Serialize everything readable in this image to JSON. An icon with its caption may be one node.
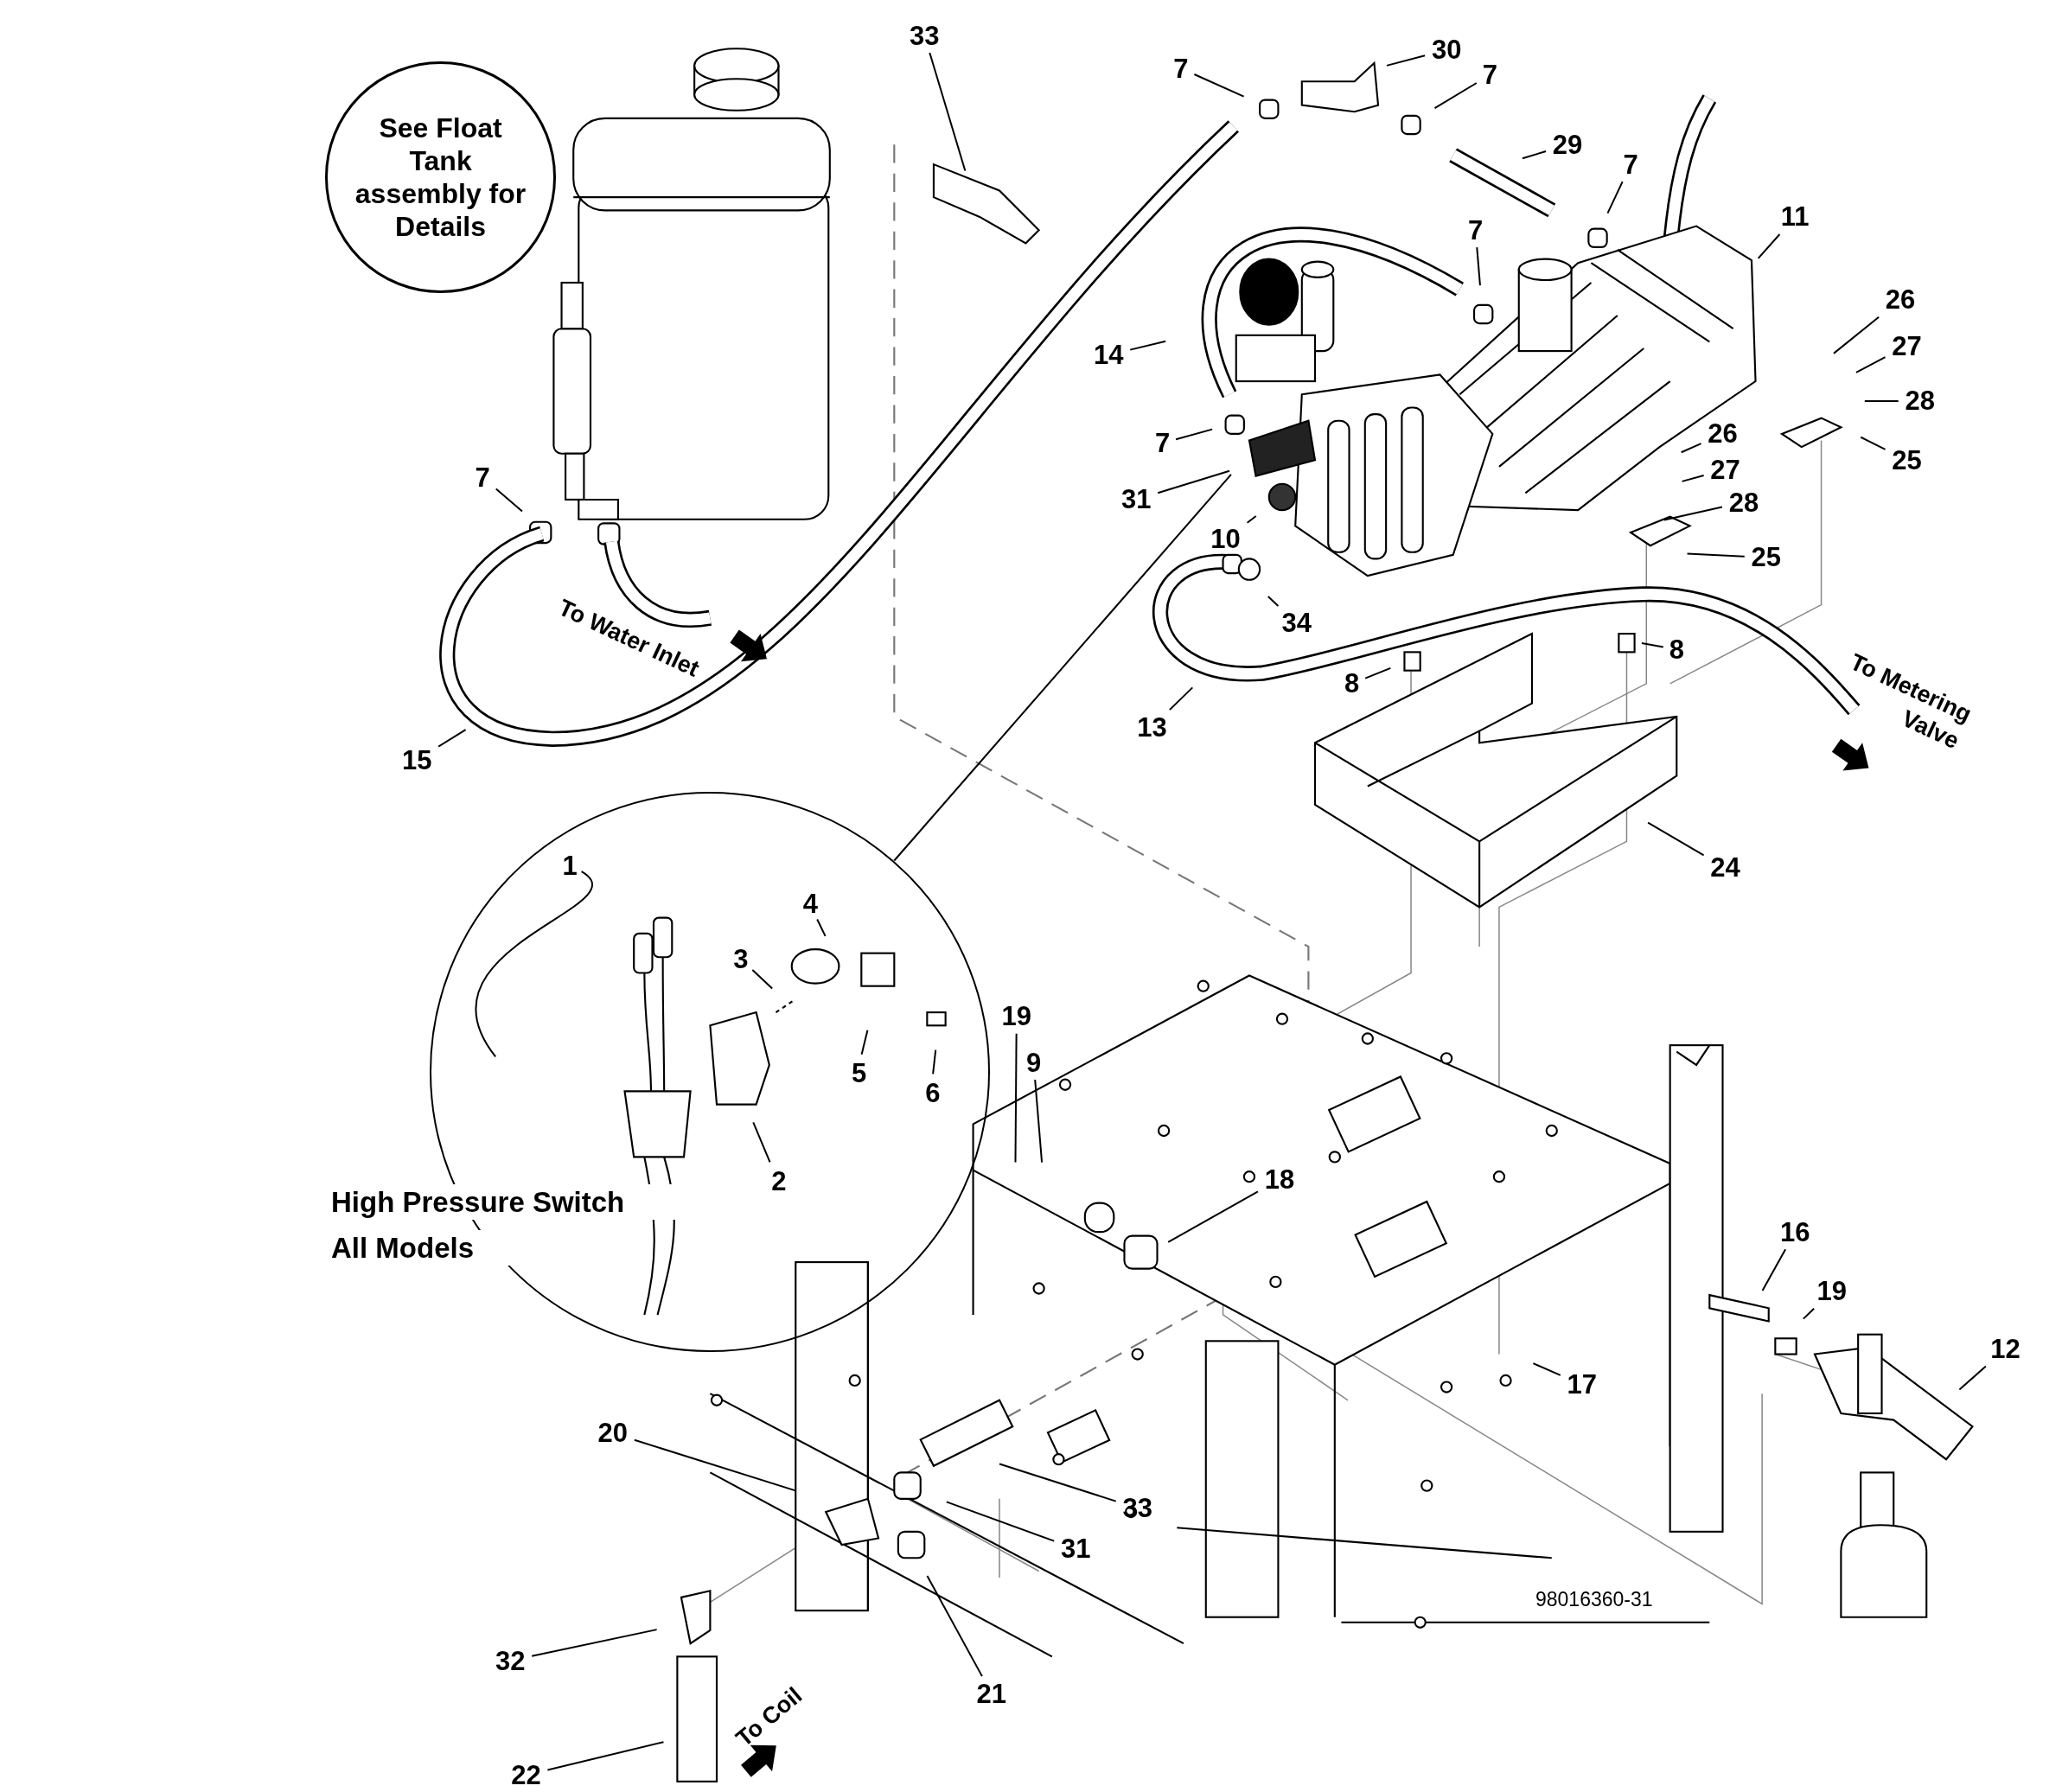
{
  "diagram": {
    "nodes": [
      {
        "text": [
          "See Float Tank assembly for Details"
        ]
      },
      {
        "text": [
          "33"
        ]
      },
      {
        "text": [
          "7"
        ]
      },
      {
        "text": [
          "30"
        ]
      },
      {
        "text": [
          "7"
        ]
      },
      {
        "text": [
          "29"
        ]
      },
      {
        "text": [
          "7"
        ]
      },
      {
        "text": [
          "7"
        ]
      },
      {
        "text": [
          "11"
        ]
      },
      {
        "text": [
          "26"
        ]
      },
      {
        "text": [
          "27"
        ]
      },
      {
        "text": [
          "28"
        ]
      },
      {
        "text": [
          "25"
        ]
      },
      {
        "text": [
          "14"
        ]
      },
      {
        "text": [
          "26"
        ]
      },
      {
        "text": [
          "27"
        ]
      },
      {
        "text": [
          "28"
        ]
      },
      {
        "text": [
          "25"
        ]
      },
      {
        "text": [
          "7"
        ]
      },
      {
        "text": [
          "31"
        ]
      },
      {
        "text": [
          "10"
        ]
      },
      {
        "text": [
          "34"
        ]
      },
      {
        "text": [
          "7"
        ]
      },
      {
        "text": [
          "8"
        ]
      },
      {
        "text": [
          "8"
        ]
      },
      {
        "text": [
          "13"
        ]
      },
      {
        "text": [
          "15"
        ]
      },
      {
        "text": [
          "24"
        ]
      },
      {
        "text": [],
        "shape": "circle"
      },
      {
        "text": [
          "1"
        ],
        "in": 28
      },
      {
        "text": [
          "4"
        ],
        "in": 28
      },
      {
        "text": [
          "3"
        ],
        "in": 28
      },
      {
        "text": [
          "5"
        ],
        "in": 28
      },
      {
        "text": [
          "6"
        ],
        "in": 28
      },
      {
        "text": [
          "2"
        ],
        "in": 28
      },
      {
        "text": [
          "19"
        ]
      },
      {
        "text": [
          "9"
        ]
      },
      {
        "text": [
          "18"
        ]
      },
      {
        "text": [
          "16"
        ]
      },
      {
        "text": [
          "19"
        ]
      },
      {
        "text": [
          "12"
        ]
      },
      {
        "text": [
          "17"
        ]
      },
      {
        "text": [
          "20"
        ]
      },
      {
        "text": [
          "33"
        ]
      },
      {
        "text": [
          "31"
        ]
      },
      {
        "text": [
          "21"
        ]
      },
      {
        "text": [
          "32"
        ]
      },
      {
        "text": [
          "22"
        ]
      }
    ],
    "edges": [
      {
        "from": 1,
        "to": null,
        "arrow": "none"
      },
      {
        "from": 2,
        "to": null,
        "arrow": "none"
      },
      {
        "from": 3,
        "to": null,
        "arrow": "none"
      },
      {
        "from": 4,
        "to": null,
        "arrow": "none"
      },
      {
        "from": 5,
        "to": null,
        "arrow": "none"
      },
      {
        "from": 6,
        "to": null,
        "arrow": "none"
      },
      {
        "from": 7,
        "to": null,
        "arrow": "none"
      },
      {
        "from": 8,
        "to": null,
        "arrow": "none"
      },
      {
        "from": 9,
        "to": null,
        "arrow": "none"
      },
      {
        "from": 10,
        "to": null,
        "arrow": "none"
      },
      {
        "from": 11,
        "to": null,
        "arrow": "none"
      },
      {
        "from": 12,
        "to": null,
        "arrow": "none"
      },
      {
        "from": 13,
        "to": null,
        "arrow": "none"
      },
      {
        "from": 14,
        "to": null,
        "arrow": "none"
      },
      {
        "from": 15,
        "to": null,
        "arrow": "none"
      },
      {
        "from": 16,
        "to": null,
        "arrow": "none"
      },
      {
        "from": 17,
        "to": null,
        "arrow": "none"
      },
      {
        "from": 18,
        "to": null,
        "arrow": "none"
      },
      {
        "from": 19,
        "to": null,
        "arrow": "none"
      },
      {
        "from": 20,
        "to": null,
        "arrow": "none"
      },
      {
        "from": 21,
        "to": null,
        "arrow": "none"
      },
      {
        "from": 22,
        "to": null,
        "arrow": "none"
      },
      {
        "from": 23,
        "to": null,
        "arrow": "none"
      },
      {
        "from": 24,
        "to": null,
        "arrow": "none"
      },
      {
        "from": 25,
        "to": null,
        "arrow": "none"
      },
      {
        "from": 26,
        "to": null,
        "arrow": "none"
      },
      {
        "from": 27,
        "to": null,
        "arrow": "none"
      },
      {
        "from": 28,
        "to": null,
        "arrow": "none"
      },
      {
        "from": 29,
        "to": null,
        "arrow": "none"
      },
      {
        "from": 30,
        "to": null,
        "arrow": "none"
      },
      {
        "from": 31,
        "to": null,
        "arrow": "none"
      },
      {
        "from": 32,
        "to": null,
        "arrow": "none"
      },
      {
        "from": 33,
        "to": null,
        "arrow": "none"
      },
      {
        "from": 34,
        "to": null,
        "arrow": "none"
      },
      {
        "from": 35,
        "to": null,
        "arrow": "none"
      },
      {
        "from": 36,
        "to": null,
        "arrow": "none"
      },
      {
        "from": 37,
        "to": null,
        "arrow": "none"
      },
      {
        "from": 38,
        "to": null,
        "arrow": "none"
      },
      {
        "from": 39,
        "to": null,
        "arrow": "none"
      },
      {
        "from": 40,
        "to": null,
        "arrow": "none"
      },
      {
        "from": 41,
        "to": null,
        "arrow": "none"
      },
      {
        "from": 42,
        "to": null,
        "arrow": "none"
      },
      {
        "from": 43,
        "to": null,
        "arrow": "none"
      },
      {
        "from": 44,
        "to": null,
        "arrow": "none"
      },
      {
        "from": 45,
        "to": null,
        "arrow": "none"
      },
      {
        "from": 46,
        "to": null,
        "arrow": "none"
      },
      {
        "from": 47,
        "to": null,
        "arrow": "none"
      }
    ],
    "labels": [
      "High Pressure Switch",
      "All Models",
      "To Water Inlet",
      "To Metering Valve",
      "To Coil",
      "98016360-31"
    ]
  }
}
